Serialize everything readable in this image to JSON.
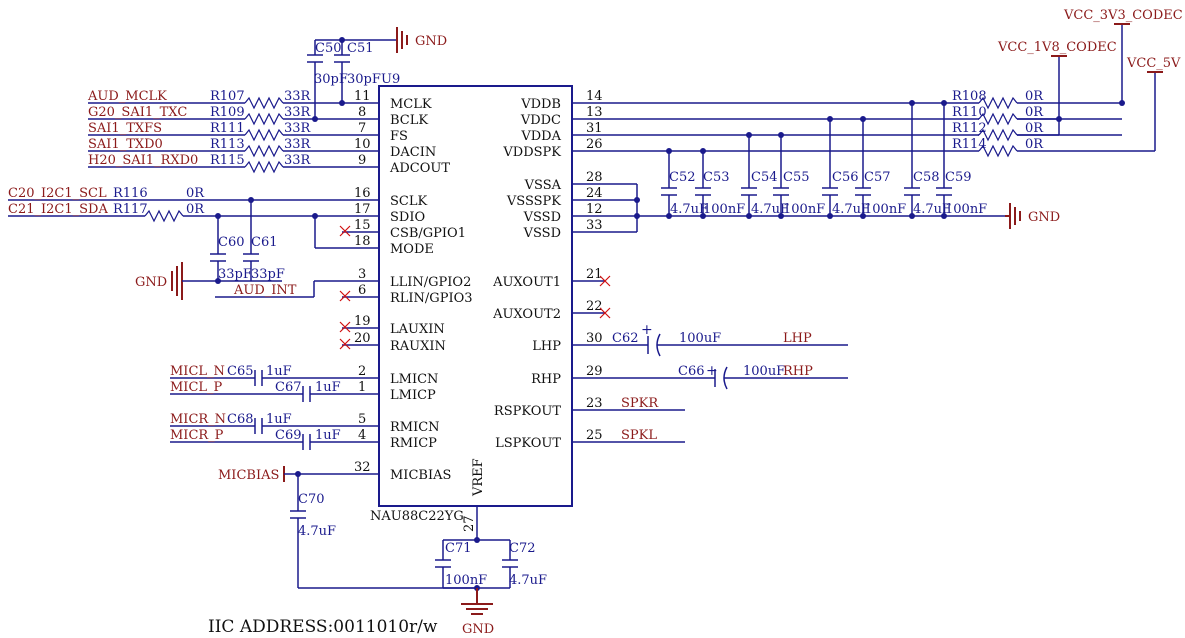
{
  "chip": {
    "ref": "U9",
    "part": "NAU88C22YG",
    "vref_label": "VREF"
  },
  "pins_left": [
    {
      "num": "11",
      "name": "MCLK"
    },
    {
      "num": "8",
      "name": "BCLK"
    },
    {
      "num": "7",
      "name": "FS"
    },
    {
      "num": "10",
      "name": "DACIN"
    },
    {
      "num": "9",
      "name": "ADCOUT"
    },
    {
      "num": "16",
      "name": "SCLK"
    },
    {
      "num": "17",
      "name": "SDIO"
    },
    {
      "num": "15",
      "name": "CSB/GPIO1"
    },
    {
      "num": "18",
      "name": "MODE"
    },
    {
      "num": "3",
      "name": "LLIN/GPIO2"
    },
    {
      "num": "6",
      "name": "RLIN/GPIO3"
    },
    {
      "num": "19",
      "name": "LAUXIN"
    },
    {
      "num": "20",
      "name": "RAUXIN"
    },
    {
      "num": "2",
      "name": "LMICN"
    },
    {
      "num": "1",
      "name": "LMICP"
    },
    {
      "num": "5",
      "name": "RMICN"
    },
    {
      "num": "4",
      "name": "RMICP"
    },
    {
      "num": "32",
      "name": "MICBIAS"
    }
  ],
  "pins_right": [
    {
      "num": "14",
      "name": "VDDB"
    },
    {
      "num": "13",
      "name": "VDDC"
    },
    {
      "num": "31",
      "name": "VDDA"
    },
    {
      "num": "26",
      "name": "VDDSPK"
    },
    {
      "num": "28",
      "name": "VSSA"
    },
    {
      "num": "24",
      "name": "VSSSPK"
    },
    {
      "num": "12",
      "name": "VSSD"
    },
    {
      "num": "33",
      "name": "VSSD"
    },
    {
      "num": "21",
      "name": "AUXOUT1"
    },
    {
      "num": "22",
      "name": "AUXOUT2"
    },
    {
      "num": "30",
      "name": "LHP"
    },
    {
      "num": "29",
      "name": "RHP"
    },
    {
      "num": "23",
      "name": "RSPKOUT"
    },
    {
      "num": "25",
      "name": "LSPKOUT"
    }
  ],
  "pin_bottom": {
    "num": "27"
  },
  "nets_left": [
    {
      "name": "AUD_MCLK",
      "ref": "R107",
      "val": "33R"
    },
    {
      "name": "G20_SAI1_TXC",
      "ref": "R109",
      "val": "33R"
    },
    {
      "name": "SAI1_TXFS",
      "ref": "R111",
      "val": "33R"
    },
    {
      "name": "SAI1_TXD0",
      "ref": "R113",
      "val": "33R"
    },
    {
      "name": "H20_SAI1_RXD0",
      "ref": "R115",
      "val": "33R"
    }
  ],
  "i2c": [
    {
      "name": "C20_I2C1_SCL",
      "ref": "R116",
      "val": "0R"
    },
    {
      "name": "C21_I2C1_SDA",
      "ref": "R117",
      "val": "0R"
    }
  ],
  "clock_caps": [
    {
      "ref": "C50",
      "val": "30pF"
    },
    {
      "ref": "C51",
      "val": "30pF"
    }
  ],
  "i2c_caps": [
    {
      "ref": "C60",
      "val": "33pF"
    },
    {
      "ref": "C61",
      "val": "33pF"
    }
  ],
  "aud_int": "AUD_INT",
  "mic_inputs": [
    {
      "name": "MICL_N",
      "ref": "C65",
      "val": "1uF"
    },
    {
      "name": "MICL_P",
      "ref": "C67",
      "val": "1uF"
    },
    {
      "name": "MICR_N",
      "ref": "C68",
      "val": "1uF"
    },
    {
      "name": "MICR_P",
      "ref": "C69",
      "val": "1uF"
    }
  ],
  "micbias": {
    "net": "MICBIAS",
    "cap_ref": "C70",
    "cap_val": "4.7uF"
  },
  "vref_caps": [
    {
      "ref": "C71",
      "val": "100nF"
    },
    {
      "ref": "C72",
      "val": "4.7uF"
    }
  ],
  "supplies": {
    "v33": "VCC_3V3_CODEC",
    "v18": "VCC_1V8_CODEC",
    "v5": "VCC_5V"
  },
  "supply_res": [
    {
      "ref": "R108",
      "val": "0R"
    },
    {
      "ref": "R110",
      "val": "0R"
    },
    {
      "ref": "R112",
      "val": "0R"
    },
    {
      "ref": "R114",
      "val": "0R"
    }
  ],
  "decoup_caps": [
    {
      "ref": "C52",
      "val": "4.7uF"
    },
    {
      "ref": "C53",
      "val": "100nF"
    },
    {
      "ref": "C54",
      "val": "4.7uF"
    },
    {
      "ref": "C55",
      "val": "100nF"
    },
    {
      "ref": "C56",
      "val": "4.7uF"
    },
    {
      "ref": "C57",
      "val": "100nF"
    },
    {
      "ref": "C58",
      "val": "4.7uF"
    },
    {
      "ref": "C59",
      "val": "100nF"
    }
  ],
  "hp_out": [
    {
      "ref": "C62",
      "val": "100uF",
      "net": "LHP"
    },
    {
      "ref": "C66",
      "val": "100uF",
      "net": "RHP"
    }
  ],
  "spk_out": [
    {
      "net": "SPKR"
    },
    {
      "net": "SPKL"
    }
  ],
  "gnd_label": "GND",
  "iic_note": "IIC ADDRESS:0011010r/w"
}
